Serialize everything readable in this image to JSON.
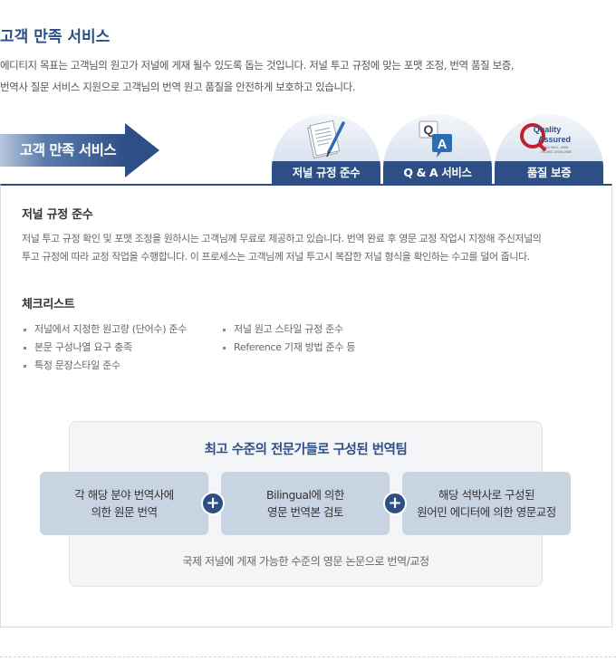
{
  "header": {
    "title": "고객 만족 서비스",
    "intro_lines": [
      "에디티지 목표는 고객님의 원고가 저널에 게재 될수 있도록 돕는 것입니다. 저널 투고 규정에 맞는 포맷 조정, 번역 품질 보증,",
      "번역사 질문 서비스 지원으로 고객님의 번역 원고 품질을 안전하게 보호하고 있습니다."
    ]
  },
  "banner": {
    "label": "고객 만족 서비스"
  },
  "tabs": [
    {
      "label": "저널 규정 준수",
      "icon": "document-pen-icon"
    },
    {
      "label": "Q & A 서비스",
      "icon": "qa-icon",
      "icon_text_q": "Q",
      "icon_text_a": "A"
    },
    {
      "label": "품질 보증",
      "icon": "quality-assured-badge-icon",
      "badge_line1": "Quality",
      "badge_line2": "Assured",
      "badge_line3": "ISO 9001 : 2008",
      "badge_line4": "ISO/IEC 27001:2005"
    }
  ],
  "section1": {
    "heading": "저널 규정 준수",
    "paragraph_lines": [
      "저널 투고 규정 확인 및 포맷 조정을 원하시는 고객님께 무료로 제공하고 있습니다. 번역 완료 후 영문 교정 작업시 지정해 주신저널의",
      "투고 규정에 따라 교정 작업을 수행합니다. 이 프로세스는 고객님께 저널 투고시 복잡한 저널 형식을 확인하는 수고를 덜어 줍니다."
    ]
  },
  "checklist": {
    "heading": "체크리스트",
    "left_items": [
      "저널에서 지정한 원고량 (단어수) 준수",
      "본문 구성나열 요구 충족",
      "특정 문장스타일 준수"
    ],
    "right_items": [
      "저널 원고 스타일 규정 준수",
      "Reference 기재 방법 준수 등"
    ]
  },
  "team": {
    "title": "최고 수준의 전문가들로 구성된 번역팀",
    "cards": [
      {
        "line1": "각 해당 분야 번역사에",
        "line2": "의한 원문 번역"
      },
      {
        "line1": "Bilingual에 의한",
        "line2": "영문 번역본 검토"
      },
      {
        "line1": "해당 석박사로 구성된",
        "line2": "원어민 에디터에 의한 영문교정"
      }
    ],
    "plus_symbol": "+",
    "footer": "국제 저널에 게재 가능한 수준의 영문 논문으로 번역/교정"
  },
  "colors": {
    "accent": "#2d4f86",
    "card": "#c9d4e3",
    "box": "#f4f5f7"
  }
}
